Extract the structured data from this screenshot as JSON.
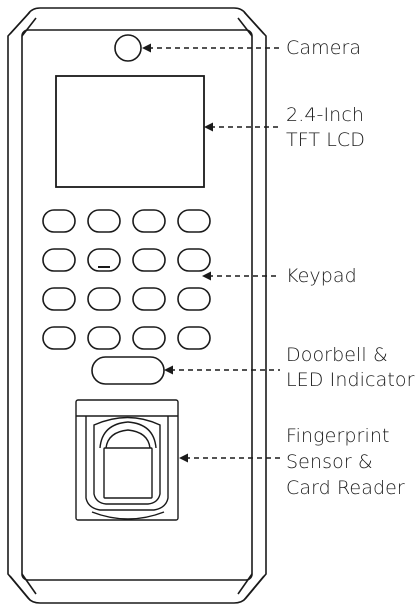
{
  "labels": {
    "camera": "Camera",
    "lcd": [
      "2.4-Inch",
      "TFT LCD"
    ],
    "keypad": "Keypad",
    "doorbell": [
      "Doorbell &",
      "LED Indicator"
    ],
    "fingerprint": [
      "Fingerprint",
      "Sensor &",
      "Card Reader"
    ]
  },
  "keypad_grid": {
    "rows": 4,
    "cols": 4
  },
  "colors": {
    "stroke": "#1a1a1a",
    "background": "#ffffff",
    "text": "#1a1a1a"
  }
}
